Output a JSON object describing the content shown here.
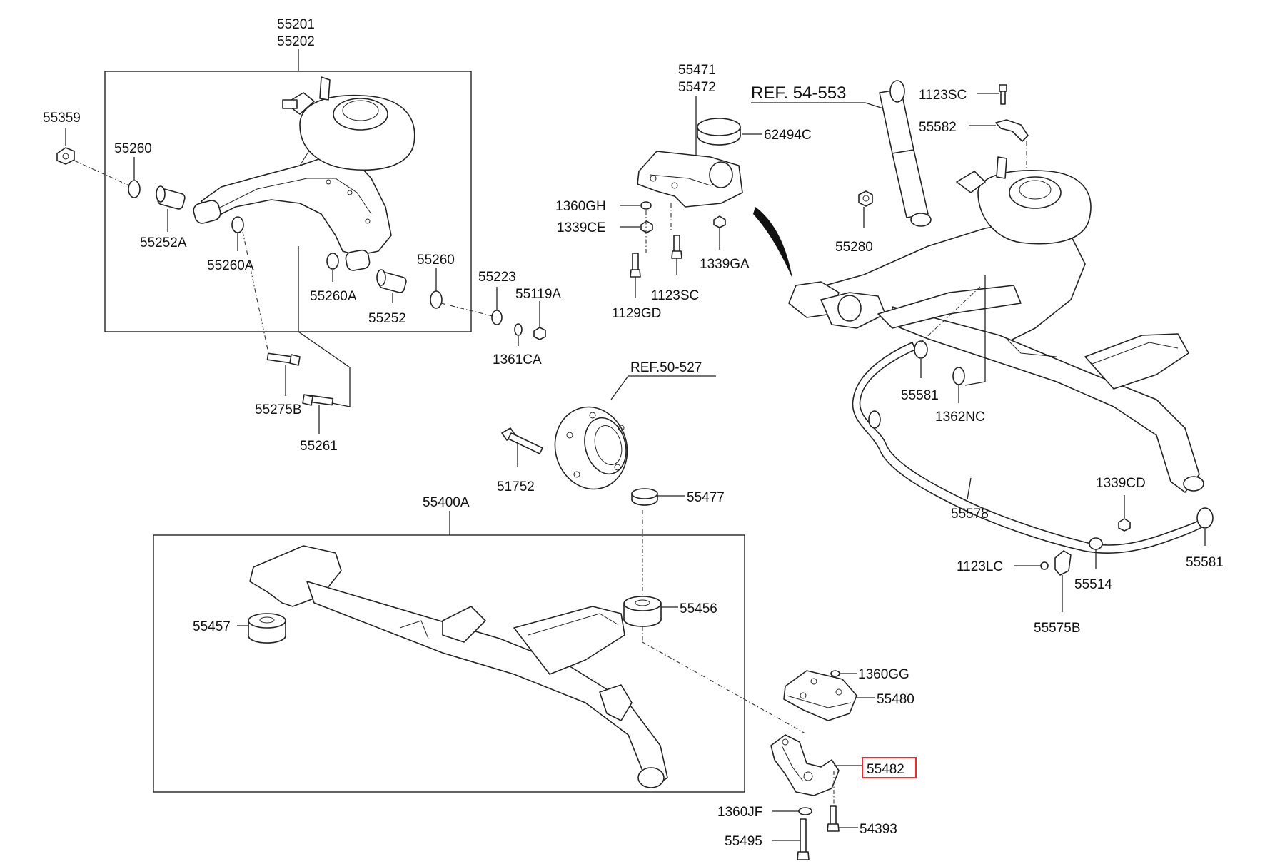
{
  "diagram": {
    "highlight_color": "#e53030",
    "labels": {
      "p55201": "55201",
      "p55202": "55202",
      "p55359": "55359",
      "p55260_a": "55260",
      "p55252A": "55252A",
      "p55260A_a": "55260A",
      "p55260A_b": "55260A",
      "p55252": "55252",
      "p55260_b": "55260",
      "p55223": "55223",
      "p55119A": "55119A",
      "p1361CA": "1361CA",
      "p55275B": "55275B",
      "p55261": "55261",
      "p55471": "55471",
      "p55472": "55472",
      "p62494C": "62494C",
      "p1360GH": "1360GH",
      "p1339CE": "1339CE",
      "p1339GA": "1339GA",
      "p1123SC_a": "1123SC",
      "p1129GD": "1129GD",
      "ref54553": "REF. 54-553",
      "p1123SC_b": "1123SC",
      "p55582": "55582",
      "p55280": "55280",
      "p55581_a": "55581",
      "p1362NC": "1362NC",
      "ref50527": "REF.50-527",
      "p51752": "51752",
      "p55578": "55578",
      "p1339CD": "1339CD",
      "p55581_b": "55581",
      "p1123LC": "1123LC",
      "p55514": "55514",
      "p55575B": "55575B",
      "p55400A": "55400A",
      "p55477": "55477",
      "p55456": "55456",
      "p55457": "55457",
      "p1360GG": "1360GG",
      "p55480": "55480",
      "p55482": "55482",
      "p1360JF": "1360JF",
      "p54393": "54393",
      "p55495": "55495"
    }
  }
}
